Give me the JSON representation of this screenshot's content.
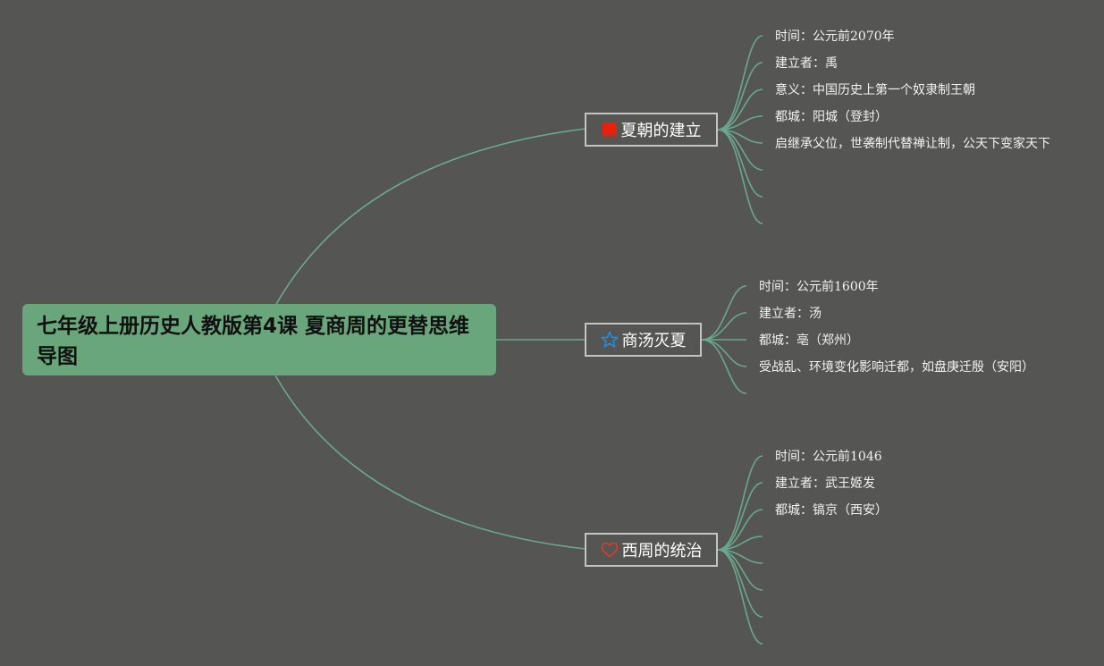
{
  "root": {
    "title": "七年级上册历史人教版第4课 夏商周的更替思维导图"
  },
  "branches": [
    {
      "label": "夏朝的建立",
      "icon": "red-flag-icon",
      "icon_color": "#e8200c",
      "items": [
        "时间：公元前2070年",
        "建立者：禹",
        "意义：中国历史上第一个奴隶制王朝",
        "都城：阳城（登封）",
        "启继承父位，世袭制代替禅让制，公天下变家天下"
      ]
    },
    {
      "label": "商汤灭夏",
      "icon": "star-icon",
      "icon_color": "#1e8fe0",
      "items": [
        "时间：公元前1600年",
        "建立者：汤",
        "都城：亳（郑州）",
        "受战乱、环境变化影响迁都，如盘庚迁殷（安阳）"
      ]
    },
    {
      "label": "西周的统治",
      "icon": "heart-icon",
      "icon_color": "#e03a2a",
      "items": [
        "时间：公元前1046",
        "建立者：武王姬发",
        "都城：镐京（西安）"
      ]
    }
  ],
  "colors": {
    "background": "#555653",
    "root_fill": "#6aa67b",
    "connector": "#6aa88e",
    "branch_border": "#c4c4c4"
  }
}
